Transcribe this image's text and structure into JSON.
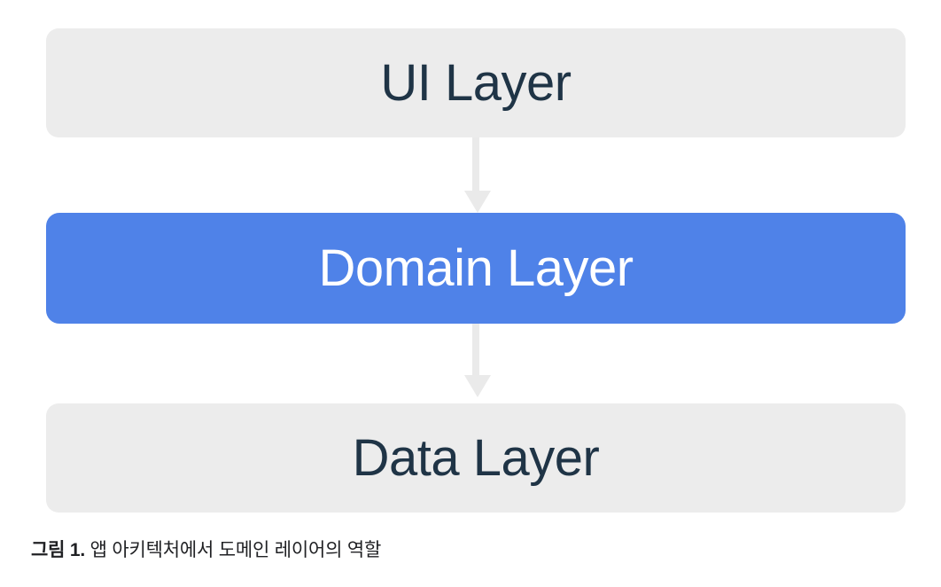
{
  "diagram": {
    "title_visible": false,
    "background_color": "#ffffff",
    "layers": [
      {
        "id": "ui-layer",
        "label": "UI Layer",
        "fill": "#ececec",
        "text_color": "#1f3446",
        "highlighted": false
      },
      {
        "id": "domain-layer",
        "label": "Domain Layer",
        "fill": "#4f82e8",
        "text_color": "#ffffff",
        "highlighted": true
      },
      {
        "id": "data-layer",
        "label": "Data Layer",
        "fill": "#ececec",
        "text_color": "#1f3446",
        "highlighted": false
      }
    ],
    "connectors": [
      {
        "id": "arrow-ui-to-domain",
        "icon": "arrow-down-icon",
        "from": "ui-layer",
        "to": "domain-layer",
        "color": "#eaeaea"
      },
      {
        "id": "arrow-domain-to-data",
        "icon": "arrow-down-icon",
        "from": "domain-layer",
        "to": "data-layer",
        "color": "#eaeaea"
      }
    ]
  },
  "caption": {
    "figure_label": "그림 1.",
    "text": " 앱 아키텍처에서 도메인 레이어의 역할",
    "color": "#202124"
  }
}
